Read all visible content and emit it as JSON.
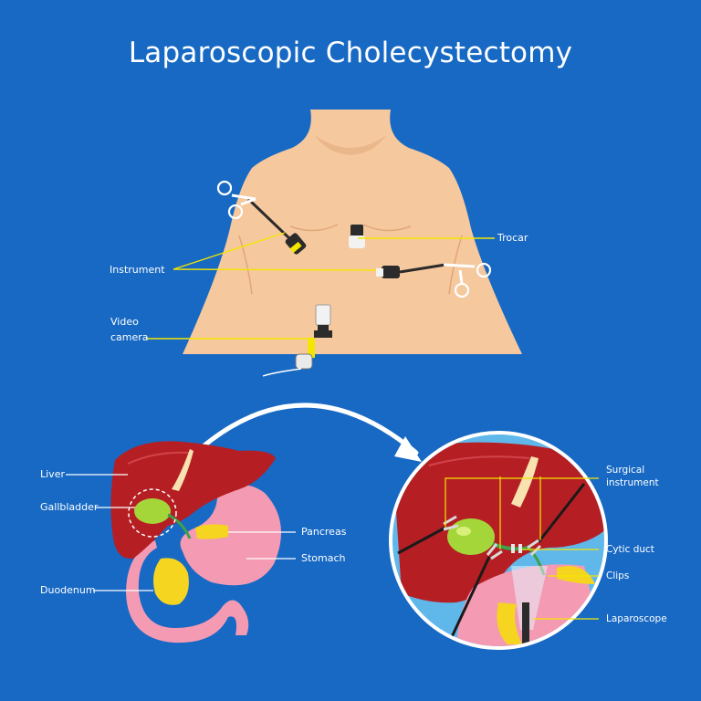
{
  "title": "Laparoscopic Cholecystectomy",
  "colors": {
    "background": "#1769c4",
    "skin": "#f6c89e",
    "liver": "#b51f24",
    "gallbladder": "#a4d63a",
    "stomach": "#f49ab3",
    "pancreas_fat": "#f5d520",
    "leader_line": "#f3e600"
  },
  "labels": {
    "instrument": "Instrument",
    "trocar": "Trocar",
    "video_camera_1": "Video",
    "video_camera_2": "camera",
    "liver": "Liver",
    "gallbladder": "Gallbladder",
    "duodenum": "Duodenum",
    "pancreas": "Pancreas",
    "stomach": "Stomach",
    "surgical_instrument_1": "Surgical",
    "surgical_instrument_2": "instrument",
    "cystic_duct": "Cytic duct",
    "clips": "Clips",
    "laparoscope": "Laparoscope"
  },
  "icons": {
    "arrow": "curved-arrow-icon"
  }
}
